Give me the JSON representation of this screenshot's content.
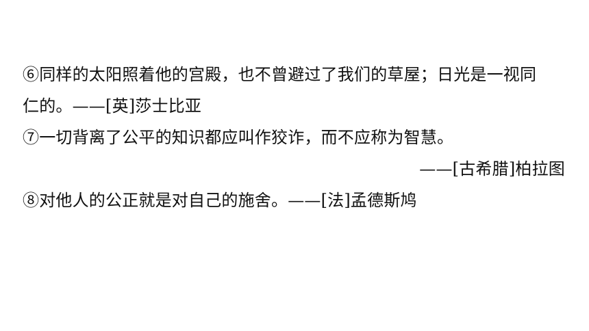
{
  "quotes": {
    "line1": "⑥同样的太阳照着他的宫殿，也不曾避过了我们的草屋；日光是一视同",
    "line2": "仁的。——[英]莎士比亚",
    "line3": "⑦一切背离了公平的知识都应叫作狡诈，而不应称为智慧。",
    "line4": "——[古希腊]柏拉图",
    "line5": "⑧对他人的公正就是对自己的施舍。——[法]孟德斯鸠"
  }
}
